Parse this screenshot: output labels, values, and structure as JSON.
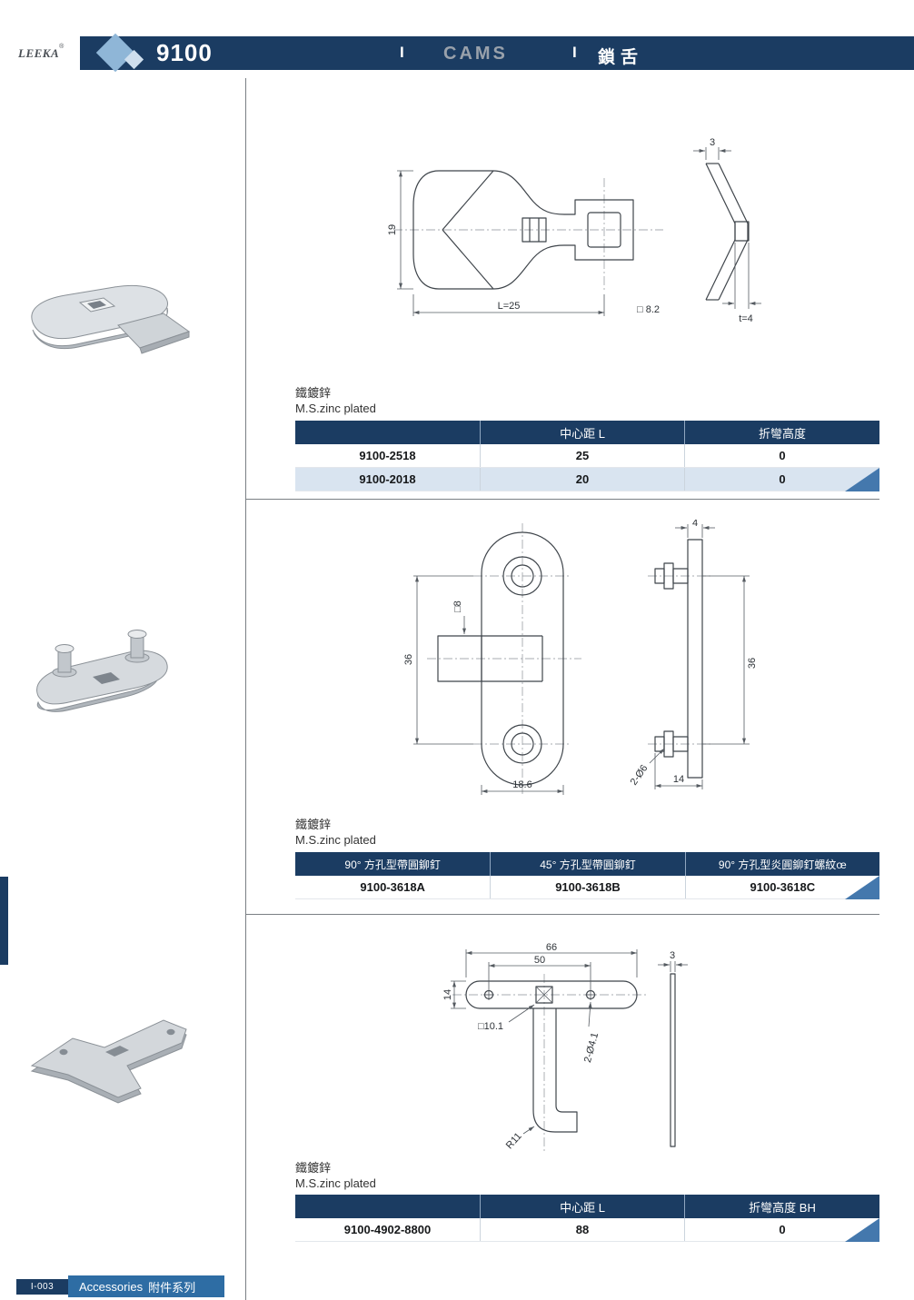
{
  "header": {
    "brand": "LEEKA",
    "brand_reg": "®",
    "series": "9100",
    "sep_1": "I",
    "category_en": "CAMS",
    "sep_2": "I",
    "category_zh": "鎖舌"
  },
  "colors": {
    "navy": "#1b3c62",
    "blue": "#2e6da4",
    "row_alt": "#d9e4f0",
    "triangle": "#4478ad",
    "diamond_large": "#8fb6d7",
    "diamond_small": "#cfdfee",
    "cams_gray": "#99a1ab"
  },
  "sections": [
    {
      "material_zh": "鐵鍍鋅",
      "material_en": "M.S.zinc plated",
      "drawing": {
        "dim_height": "19",
        "dim_length": "L=25",
        "dim_square": "□ 8.2",
        "dim_top": "3",
        "dim_thickness": "t=4"
      },
      "table": {
        "headers": [
          "",
          "中心距 L",
          "折彎高度"
        ],
        "rows": [
          [
            "9100-2518",
            "25",
            "0"
          ],
          [
            "9100-2018",
            "20",
            "0"
          ]
        ]
      }
    },
    {
      "material_zh": "鐵鍍鋅",
      "material_en": "M.S.zinc plated",
      "drawing": {
        "dim_height": "36",
        "dim_square": "□8",
        "dim_width": "18.6",
        "dim_side_top": "4",
        "dim_side_height": "36",
        "dim_side_bottom": "14",
        "dim_rivet": "2-Ø6"
      },
      "table": {
        "headers": [
          "90° 方孔型帶圓鉚釘",
          "45° 方孔型帶圓鉚釘",
          "90° 方孔型炎圓鉚釘螺紋œ"
        ],
        "rows": [
          [
            "9100-3618A",
            "9100-3618B",
            "9100-3618C"
          ]
        ]
      }
    },
    {
      "material_zh": "鐵鍍鋅",
      "material_en": "M.S.zinc plated",
      "drawing": {
        "dim_width": "66",
        "dim_holes": "50",
        "dim_height": "14",
        "dim_square": "□10.1",
        "dim_holes2": "2-Ø4.1",
        "dim_radius": "R11",
        "dim_side": "3"
      },
      "table": {
        "headers": [
          "",
          "中心距 L",
          "折彎高度 BH"
        ],
        "rows": [
          [
            "9100-4902-8800",
            "88",
            "0"
          ]
        ]
      }
    }
  ],
  "footer": {
    "page_code": "I-003",
    "label_en": "Accessories",
    "label_zh": "附件系列"
  }
}
